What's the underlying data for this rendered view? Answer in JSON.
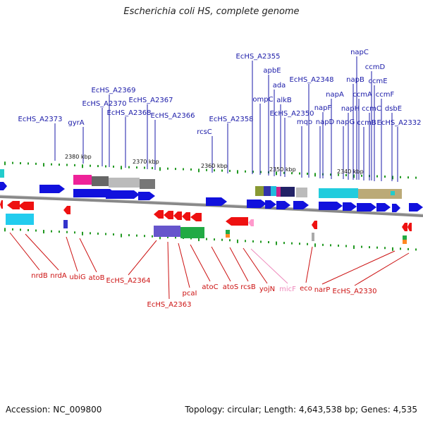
{
  "title": "Escherichia coli HS, complete genome",
  "footer": {
    "accession": "Accession: NC_009800",
    "summary": "Topology: circular; Length: 4,643,538 bp; Genes: 4,535"
  },
  "colors": {
    "forward_label": "#1a1aa8",
    "reverse_label": "#cc1111",
    "rna_label": "#ee88bb",
    "forward_gene": "#1111dd",
    "reverse_gene": "#ee1111",
    "backbone": "#888888",
    "tick": "#229922"
  },
  "kbp_markers": [
    {
      "text": "2380 kbp",
      "pos": 2380
    },
    {
      "text": "2370 kbp",
      "pos": 2370
    },
    {
      "text": "2360 kbp",
      "pos": 2360
    },
    {
      "text": "2350 kbp",
      "pos": 2350
    },
    {
      "text": "2340 kbp",
      "pos": 2340
    }
  ],
  "forward_labels": [
    "EcHS_A2373",
    "gyrA",
    "EcHS_A2370",
    "EcHS_A2369",
    "EcHS_A2368",
    "EcHS_A2367",
    "EcHS_A2366",
    "rcsC",
    "EcHS_A2358",
    "EcHS_A2355",
    "ompC",
    "apbE",
    "ada",
    "alkB",
    "EcHS_A2350",
    "mqo",
    "EcHS_A2348",
    "napF",
    "napD",
    "napA",
    "napG",
    "napH",
    "napB",
    "ccmA",
    "napC",
    "ccmB",
    "ccmC",
    "ccmD",
    "ccmE",
    "ccmF",
    "dsbE",
    "EcHS_A2332"
  ],
  "reverse_labels": [
    "nrdB",
    "nrdA",
    "ubiG",
    "atoB",
    "EcHS_A2364",
    "EcHS_A2363",
    "pcaI",
    "atoC",
    "atoS",
    "rcsB",
    "yojN",
    "micF",
    "eco",
    "narP",
    "EcHS_A2330"
  ]
}
